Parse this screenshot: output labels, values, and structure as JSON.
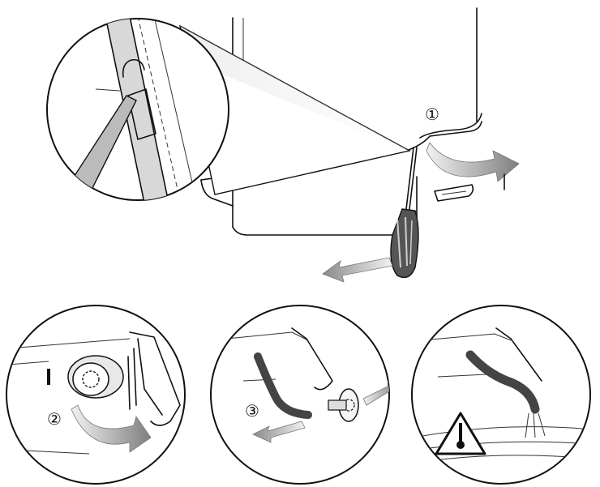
{
  "steps": [
    {
      "number": "①"
    },
    {
      "number": "②"
    },
    {
      "number": "③"
    }
  ],
  "icons": {
    "warning": "hot-temperature-warning-icon"
  },
  "colors": {
    "line": "#111111",
    "arrow_light": "#e6e6e6",
    "arrow_dark": "#8a8a8a",
    "background": "#ffffff"
  }
}
